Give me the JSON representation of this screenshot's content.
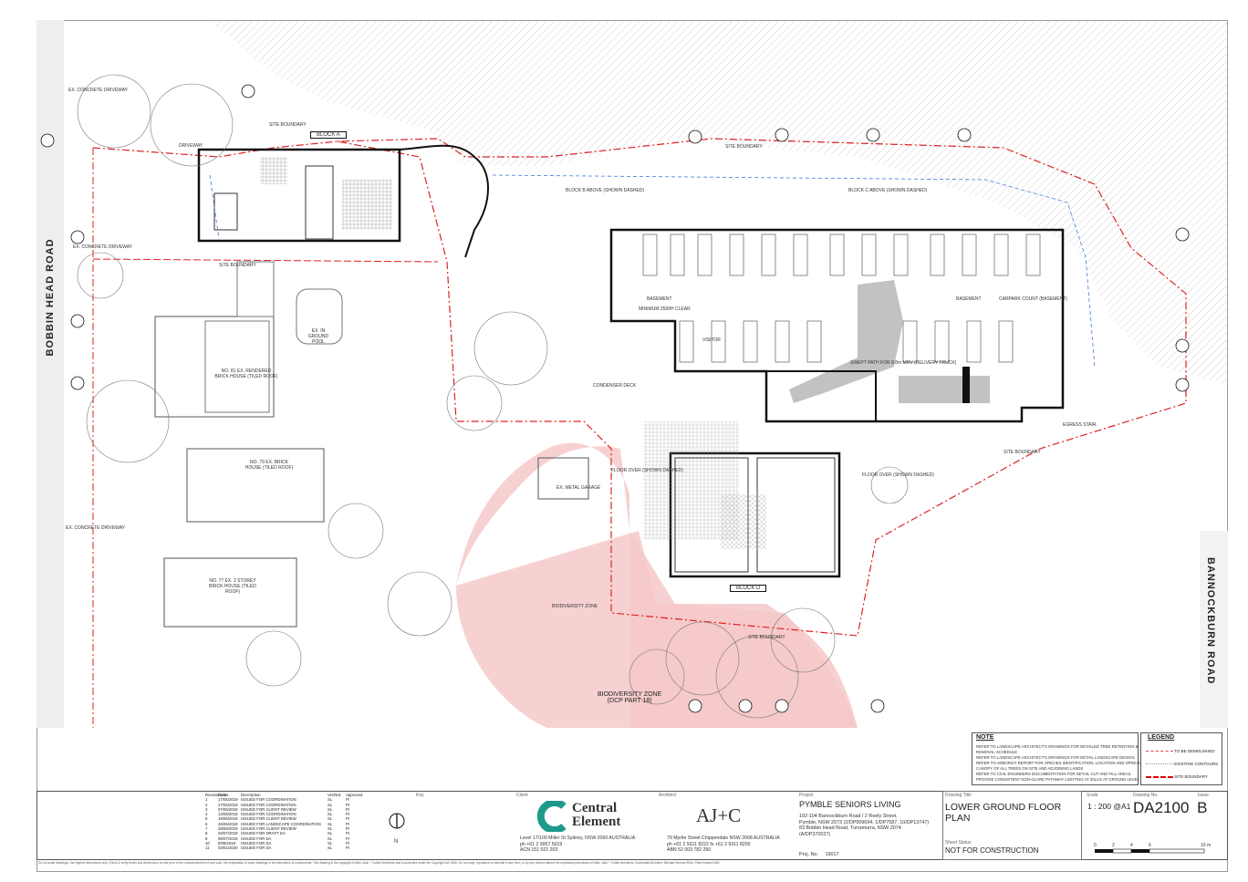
{
  "roads": {
    "left": "BOBBIN HEAD ROAD",
    "right": "BANNOCKBURN ROAD"
  },
  "blocks": {
    "a": "BLOCK A",
    "d": "BLOCK D",
    "b_above": "BLOCK B ABOVE (SHOWN DASHED)",
    "c_above": "BLOCK C ABOVE (SHOWN DASHED)"
  },
  "labels": {
    "biodiversity_zone": "BIODIVERSITY ZONE",
    "biodiversity_zone_dcp_1": "BIODIVERSITY ZONE",
    "biodiversity_zone_dcp_2": "(DCP PART 18)",
    "site_boundary": "SITE BOUNDARY",
    "basement_left": "BASEMENT",
    "basement_right": "BASEMENT",
    "minimum_clear": "MINIMUM 2500H CLEAR",
    "carpark_count": "CARPARK COUNT (BASEMENT)",
    "ex_metal_garage": "EX. METAL GARAGE",
    "ex_concrete_driveway_1": "EX. CONCRETE DRIVEWAY",
    "ex_concrete_driveway_2": "EX. CONCRETE DRIVEWAY",
    "ex_concrete_driveway_3": "EX. CONCRETE DRIVEWAY",
    "house_81": "NO. 81 EX. RENDERED BRICK HOUSE (TILED ROOF)",
    "house_79": "NO. 79 EX. BRICK HOUSE (TILED ROOF)",
    "house_77": "NO. 77 EX. 2 STOREY BRICK HOUSE (TILED ROOF)",
    "pool": "EX. IN GROUND POOL",
    "visitor": "VISITOR",
    "egress_stair": "EGRESS STAIR",
    "floor_over_1": "FLOOR OVER (SHOWN DASHED)",
    "floor_over_2": "FLOOR OVER (SHOWN DASHED)",
    "swept_path": "SWEPT PATH FOR 8.8m MRV (DELIVERY TRUCK)",
    "condenser_deck": "CONDENSER DECK",
    "driveway": "DRIVEWAY",
    "north": "N"
  },
  "legend": {
    "title": "LEGEND",
    "items": [
      {
        "label": "TO BE DEMOLISHED",
        "color": "#d44"
      },
      {
        "label": "EXISTING CONTOURS",
        "color": "#999"
      },
      {
        "label": "SITE BOUNDARY",
        "color": "#d00"
      }
    ]
  },
  "note": {
    "title": "NOTE",
    "lines": [
      "REFER TO LANDSCAPE ARCHITECT'S DRAWINGS FOR DETAILED TREE RETENTION &",
      "REMOVAL SCHEDULE",
      "REFER TO LANDSCAPE ARCHITECT'S DRAWINGS FOR DETAIL LANDSCAPE DESIGN",
      "REFER TO ARBORIST REPORT FOR SPECIES IDENTIFICATION, LOCATION AND SPREAD",
      "CANOPY OF ALL TREES ON SITE AND ADJOINING LANDS",
      "REFER TO CIVIL ENGINEERS DOCUMENTATION FOR DETAIL CUT AND FILL AREAS",
      "PROVIDE CONSISTENT NON-GLARE PATHWAY LIGHTING AT 20LUX AT GROUND LEVEL"
    ]
  },
  "revisions": {
    "headers": [
      "Revisions No.",
      "Date",
      "Description",
      "Verified",
      "Approved"
    ],
    "rows": [
      [
        "1",
        "17/05/2019",
        "ISSUED FOR COORDINATION",
        "SL",
        "PI"
      ],
      [
        "2",
        "27/05/2019",
        "ISSUED FOR COORDINATION",
        "SL",
        "PI"
      ],
      [
        "3",
        "07/06/2019",
        "ISSUED FOR CLIENT REVIEW",
        "SL",
        "PI"
      ],
      [
        "4",
        "13/06/2019",
        "ISSUED FOR COORDINATION",
        "SL",
        "PI"
      ],
      [
        "5",
        "19/06/2019",
        "ISSUED FOR CLIENT REVIEW",
        "SL",
        "PI"
      ],
      [
        "6",
        "26/06/2019",
        "ISSUED FOR LANDSCAPE COORDINATION",
        "SL",
        "PI"
      ],
      [
        "7",
        "28/06/2019",
        "ISSUED FOR CLIENT REVIEW",
        "SL",
        "PI"
      ],
      [
        "8",
        "03/07/2019",
        "ISSUED FOR DRAFT DA",
        "SL",
        "PI"
      ],
      [
        "9",
        "08/07/2019",
        "ISSUED FOR DA",
        "SL",
        "PI"
      ],
      [
        "10",
        "9/08/2019",
        "ISSUED FOR DA",
        "SL",
        "PI"
      ],
      [
        "11",
        "03/01/2020",
        "ISSUED FOR DA",
        "SL",
        "PI"
      ]
    ]
  },
  "titleblock": {
    "key_label": "Key",
    "client_label": "Client",
    "client_name_1": "Central",
    "client_name_2": "Element",
    "client_address": "Level 17/100 Miller St Sydney, NSW 2060 AUSTRALIA",
    "client_phone": "ph +61 2 9957 5019",
    "client_acn": "ACN 151 022 203",
    "architect_label": "Architect",
    "architect_logo": "AJ+C",
    "architect_address": "79 Myrtle Street Chippendale NSW 2008 AUSTRALIA",
    "architect_phone": "ph +61 2 9311 8222 fx +61 2 9311 8200",
    "architect_abn": "ABN 52 003 782 250",
    "project_label": "Project",
    "project_name": "PYMBLE SENIORS LIVING",
    "project_addr_1": "102-104 Bannockburn Road / 2 Reely Street,",
    "project_addr_2": "Pymble, NSW 2073 (2/DP509694, 1/DP7587, 10/DP13747)",
    "project_addr_3": "83 Bobbin Head Road, Turramurra, NSW 2074",
    "project_addr_4": "(A/DP370027)",
    "project_no_label": "Proj. No.",
    "project_no": "19017",
    "drawing_title_label": "Drawing Title",
    "drawing_title_1": "LOWER GROUND FLOOR",
    "drawing_title_2": "PLAN",
    "sheet_status_label": "Sheet Status",
    "sheet_status": "NOT FOR CONSTRUCTION",
    "scale_label": "Scale",
    "scale": "1 : 200 @A1",
    "drawing_no_label": "Drawing No.",
    "drawing_no": "DA2100",
    "issue_label": "Issue",
    "issue": "B",
    "scalebar": [
      "0",
      "2",
      "4",
      "6",
      "10 m"
    ]
  },
  "footer_text": "Do not scale drawings. Use figured dimensions only. Check & verify levels and dimensions on site prior to the commencement of any work, the preparation of shop drawings or the fabrication of components. This drawing is the copyright of Allen Jack + Cottier Architects and is protected under the Copyright Act 1968. Do not copy, reproduce or transmit in any form, or by any means without the expressed permission of Allen Jack + Cottier Architects. Nominated Architect: Michael Heenan 5264, Peter Ireland 6362",
  "colors": {
    "biodiversity": "#f6c9c9",
    "boundary": "#d22",
    "ramp_grey": "#9a9a9a",
    "client_green": "#1f9a8a"
  }
}
